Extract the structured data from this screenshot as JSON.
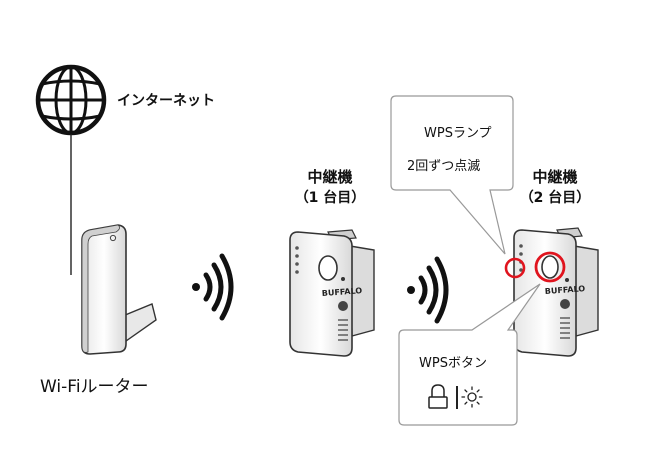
{
  "labels": {
    "internet": "インターネット",
    "router": "Wi-Fiルーター",
    "repeater1_title": "中継機",
    "repeater1_sub": "（1 台目）",
    "repeater2_title": "中継機",
    "repeater2_sub": "（2 台目）"
  },
  "callouts": {
    "lamp_line1": "WPSランプ",
    "lamp_line2": "2回ずつ点滅",
    "button_line1": "WPSボタン"
  },
  "brand": "BUFFALO",
  "icons": [
    "globe-icon",
    "wifi-signal-icon",
    "lock-icon",
    "sun-icon"
  ],
  "colors": {
    "highlight": "#e0141e",
    "line": "#222222",
    "device_body": "#f4f4f4"
  }
}
